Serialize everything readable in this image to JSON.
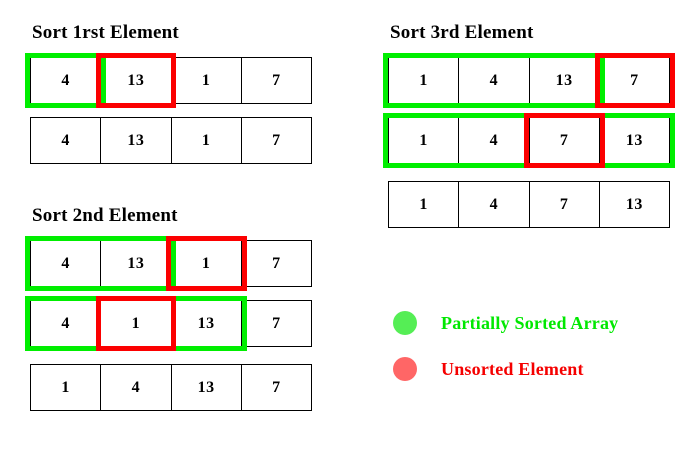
{
  "page": {
    "background_color": "#ffffff",
    "text_color": "#000000"
  },
  "colors": {
    "sorted_highlight": "#00ee00",
    "unsorted_highlight": "#fb0000",
    "legend_dot_sorted": "#55ee55",
    "legend_dot_unsorted": "#ff6666",
    "legend_text_sorted": "#00e800",
    "legend_text_unsorted": "#f50000",
    "cell_border": "#000000"
  },
  "sections": [
    {
      "id": "section-1",
      "title": "Sort 1rst Element",
      "rows": [
        {
          "values": [
            "4",
            "13",
            "1",
            "7"
          ],
          "green_span": {
            "start": 1,
            "length": 1
          },
          "red_span": {
            "start": 2,
            "length": 1
          }
        },
        {
          "values": [
            "4",
            "13",
            "1",
            "7"
          ],
          "green_span": null,
          "red_span": null
        }
      ]
    },
    {
      "id": "section-2",
      "title": "Sort 2nd Element",
      "rows": [
        {
          "values": [
            "4",
            "13",
            "1",
            "7"
          ],
          "green_span": {
            "start": 1,
            "length": 2
          },
          "red_span": {
            "start": 3,
            "length": 1
          }
        },
        {
          "values": [
            "4",
            "1",
            "13",
            "7"
          ],
          "green_span": {
            "start": 1,
            "length": 3
          },
          "red_span": {
            "start": 2,
            "length": 1
          }
        },
        {
          "values": [
            "1",
            "4",
            "13",
            "7"
          ],
          "green_span": null,
          "red_span": null
        }
      ]
    },
    {
      "id": "section-3",
      "title": "Sort 3rd Element",
      "rows": [
        {
          "values": [
            "1",
            "4",
            "13",
            "7"
          ],
          "green_span": {
            "start": 1,
            "length": 3
          },
          "red_span": {
            "start": 4,
            "length": 1
          }
        },
        {
          "values": [
            "1",
            "4",
            "7",
            "13"
          ],
          "green_span": {
            "start": 1,
            "length": 4
          },
          "red_span": {
            "start": 3,
            "length": 1
          }
        },
        {
          "values": [
            "1",
            "4",
            "7",
            "13"
          ],
          "green_span": null,
          "red_span": null
        }
      ]
    }
  ],
  "legend": {
    "items": [
      {
        "dot": "green-circle-icon",
        "label": "Partially Sorted Array"
      },
      {
        "dot": "red-circle-icon",
        "label": "Unsorted Element"
      }
    ]
  }
}
